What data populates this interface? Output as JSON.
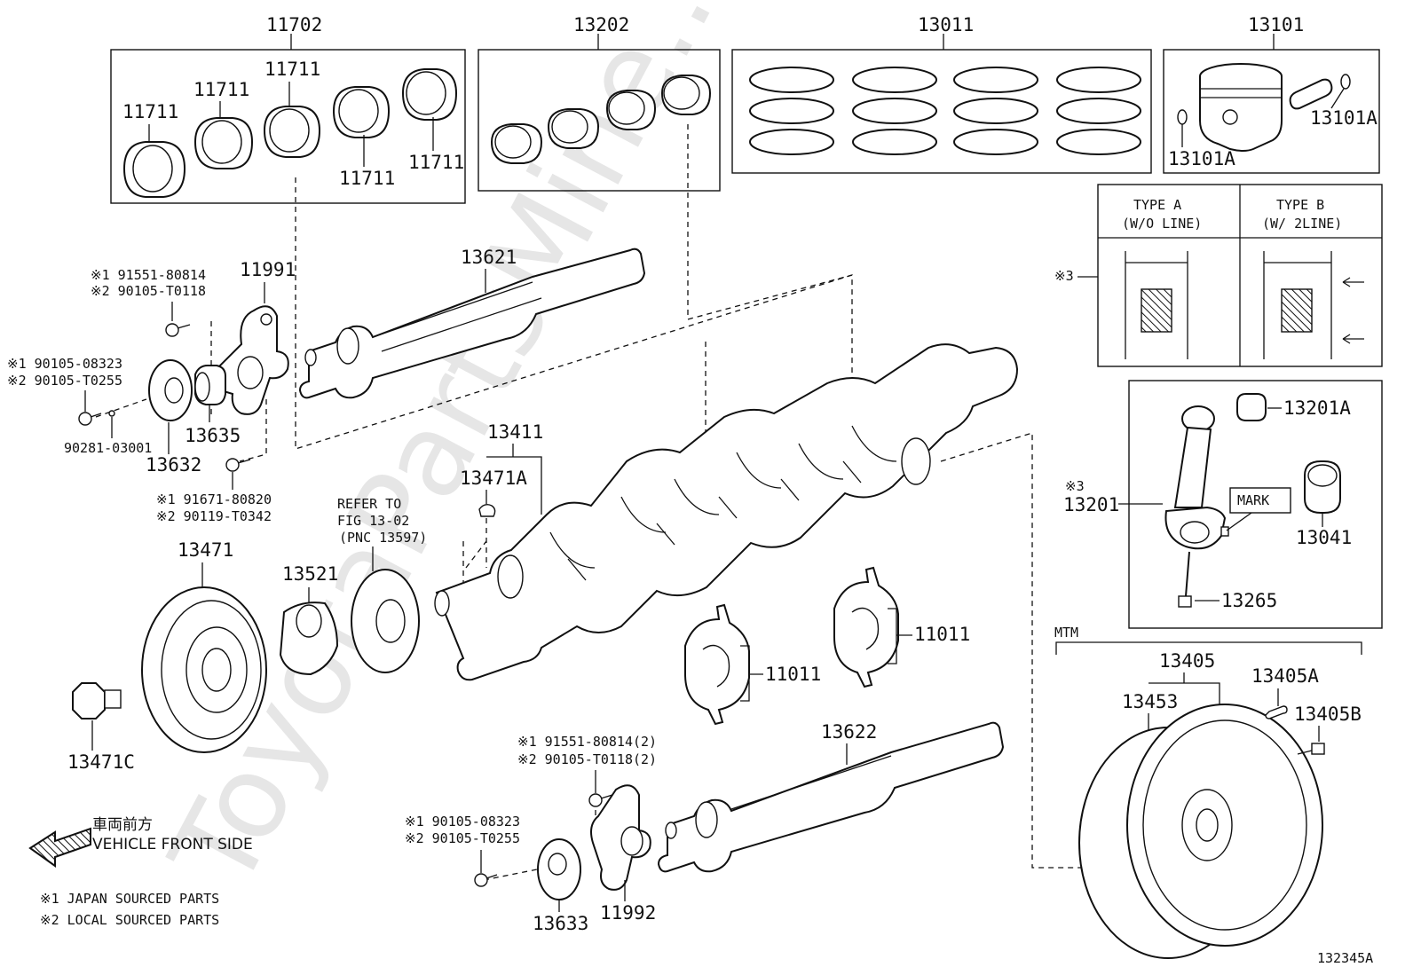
{
  "watermark": "ToyotaPartsMine...",
  "figure_id": "132345A",
  "groups": {
    "bearing_set": "11702",
    "rod_bearing_set": "13202",
    "piston_rings": "13011",
    "piston_set": "13101",
    "crankshaft_group": "13411",
    "flywheel_group": "13405"
  },
  "labels": {
    "b11711_1": "11711",
    "b11711_2": "11711",
    "b11711_3": "11711",
    "b11711_4": "11711",
    "b11711_5": "11711",
    "p13101a_1": "13101A",
    "p13101a_2": "13101A",
    "balancer1": "13621",
    "balancer2": "13622",
    "p11991": "11991",
    "p11992": "11992",
    "p13635": "13635",
    "p13632": "13632",
    "p13633": "13633",
    "p90281": "90281-03001",
    "crank_key": "13471A",
    "pulley": "13471",
    "pulley_bolt": "13471C",
    "crank_gear": "13521",
    "thrust1": "11011",
    "thrust2": "11011",
    "conrod": "13201",
    "conrod_bushing": "13201A",
    "conrod_bearing": "13041",
    "conrod_bolt": "13265",
    "ring_gear": "13453",
    "fw_pin": "13405A",
    "fw_bolt": "13405B",
    "mark": "MARK",
    "mtm": "MTM",
    "note3_a": "※3",
    "note3_b": "※3"
  },
  "bolt_codes": {
    "a1": "※1 91551-80814",
    "a2": "※2 90105-T0118",
    "b1": "※1 90105-08323",
    "b2": "※2 90105-T0255",
    "c1": "※1 91671-80820",
    "c2": "※2 90119-T0342",
    "d1": "※1 91551-80814(2)",
    "d2": "※2 90105-T0118(2)",
    "e1": "※1 90105-08323",
    "e2": "※2 90105-T0255"
  },
  "refer": {
    "line1": "REFER TO",
    "line2": "FIG 13-02",
    "line3": "(PNC 13597)"
  },
  "type_table": {
    "type_a_line1": "TYPE A",
    "type_a_line2": "(W/O LINE)",
    "type_b_line1": "TYPE B",
    "type_b_line2": "(W/ 2LINE)"
  },
  "legend": {
    "front_jp": "車両前方",
    "front_en": "VEHICLE FRONT SIDE",
    "note1": "※1 JAPAN SOURCED PARTS",
    "note2": "※2 LOCAL SOURCED PARTS"
  }
}
